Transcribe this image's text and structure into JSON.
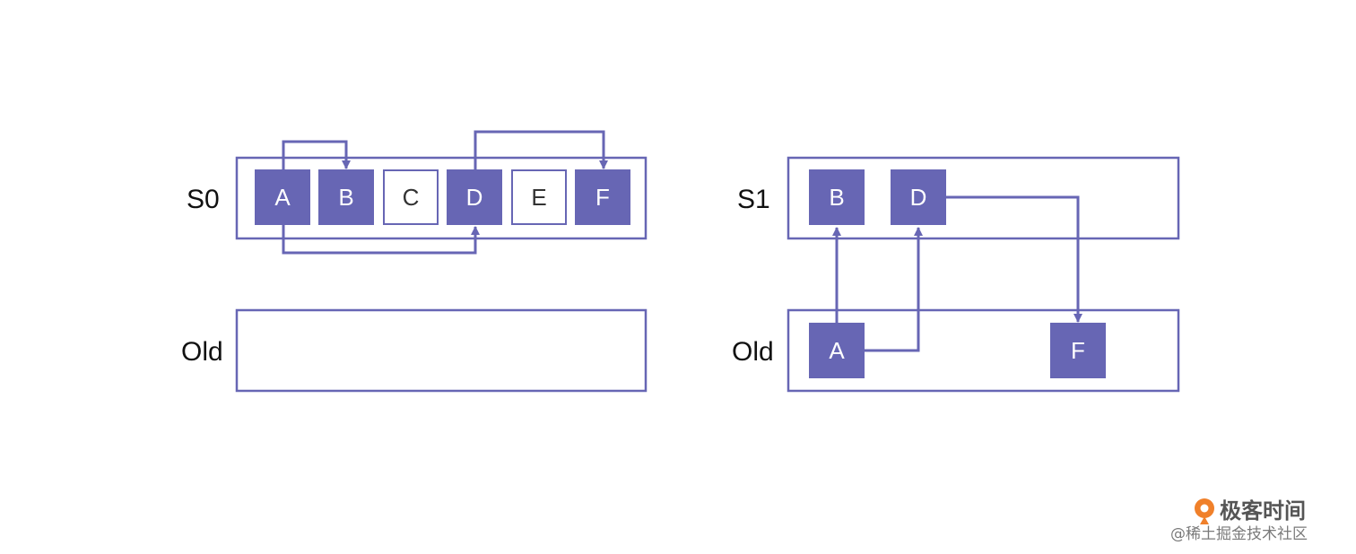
{
  "colors": {
    "accent": "#6766b4",
    "stroke": "#6766b4",
    "text_on_fill": "#ffffff",
    "text_plain": "#333333",
    "watermark_logo": "#f0802a"
  },
  "left_panel": {
    "s0_label": "S0",
    "old_label": "Old",
    "s0_cells": [
      {
        "text": "A",
        "filled": true
      },
      {
        "text": "B",
        "filled": true
      },
      {
        "text": "C",
        "filled": false
      },
      {
        "text": "D",
        "filled": true
      },
      {
        "text": "E",
        "filled": false
      },
      {
        "text": "F",
        "filled": true
      }
    ],
    "references": [
      {
        "from": "A",
        "to": "B"
      },
      {
        "from": "A",
        "to": "D"
      },
      {
        "from": "D",
        "to": "F"
      }
    ]
  },
  "right_panel": {
    "s1_label": "S1",
    "old_label": "Old",
    "s1_cells": [
      {
        "text": "B",
        "filled": true
      },
      {
        "text": "D",
        "filled": true
      }
    ],
    "old_cells": [
      {
        "text": "A",
        "filled": true
      },
      {
        "text": "F",
        "filled": true
      }
    ],
    "references": [
      {
        "from": "A",
        "to": "B"
      },
      {
        "from": "A",
        "to": "D"
      },
      {
        "from": "D",
        "to": "F"
      }
    ]
  },
  "watermark": {
    "line1": "极客时间",
    "line2": "@稀土掘金技术社区",
    "logo_icon": "geektime-logo-icon"
  }
}
